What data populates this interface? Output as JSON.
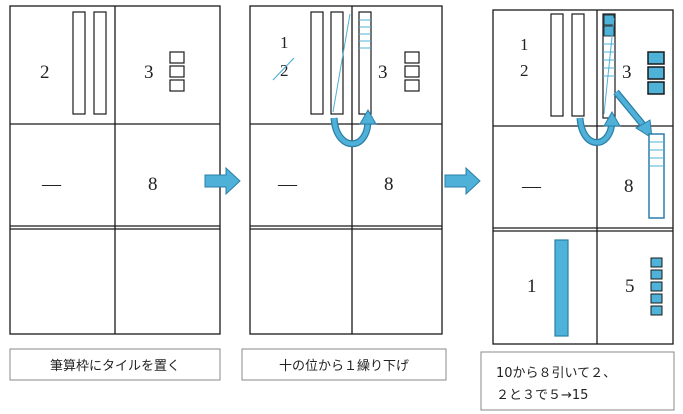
{
  "panel1": {
    "tens_digit": "2",
    "ones_digit": "3",
    "minus": "—",
    "subtrahend": "8",
    "caption": "筆算枠にタイルを置く"
  },
  "panel2": {
    "borrow_remaining": "1",
    "tens_digit": "2",
    "ones_digit": "3",
    "minus": "—",
    "subtrahend": "8",
    "caption": "十の位から１繰り下げ"
  },
  "panel3": {
    "borrow_remaining": "1",
    "tens_digit": "2",
    "ones_digit": "3",
    "minus": "—",
    "subtrahend": "8",
    "result_tens": "1",
    "result_ones": "5",
    "caption_line1": "10から８引いて２、",
    "caption_line2": "２と３で５→15"
  },
  "colors": {
    "tile_blue": "#4fb3d9",
    "arrow_blue": "#4fb0d8",
    "line": "#1a1a1a",
    "ten_rod_outline": "#2a7fa8"
  }
}
